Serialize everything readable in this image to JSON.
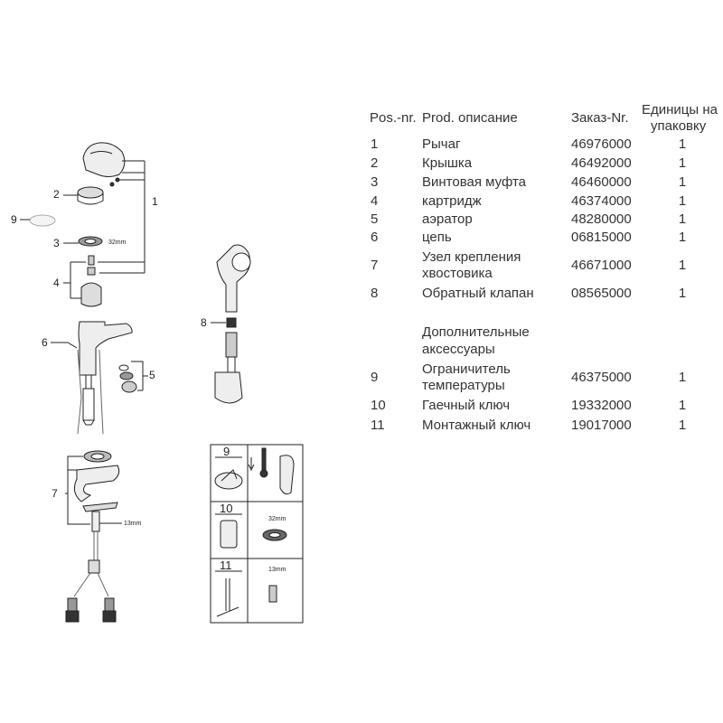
{
  "table": {
    "headers": {
      "pos": "Pos.-nr.",
      "desc": "Prod. описание",
      "order": "Заказ-Nr.",
      "qty_line1": "Единицы на",
      "qty_line2": "упаковку"
    },
    "rows": [
      {
        "pos": "1",
        "desc": "Рычаг",
        "order": "46976000",
        "qty": "1"
      },
      {
        "pos": "2",
        "desc": "Крышка",
        "order": "46492000",
        "qty": "1"
      },
      {
        "pos": "3",
        "desc": "Винтовая муфта",
        "order": "46460000",
        "qty": "1"
      },
      {
        "pos": "4",
        "desc": "картридж",
        "order": "46374000",
        "qty": "1"
      },
      {
        "pos": "5",
        "desc": "аэратор",
        "order": "48280000",
        "qty": "1"
      },
      {
        "pos": "6",
        "desc": "цепь",
        "order": "06815000",
        "qty": "1"
      },
      {
        "pos": "7",
        "desc": "Узел крепления",
        "desc2": "хвостовика",
        "order": "46671000",
        "qty": "1"
      },
      {
        "pos": "8",
        "desc": "Обратный клапан",
        "order": "08565000",
        "qty": "1"
      }
    ],
    "accessories_heading": {
      "line1": "Дополнительные",
      "line2": "аксессуары"
    },
    "accessory_rows": [
      {
        "pos": "9",
        "desc": "Ограничитель",
        "desc2": "температуры",
        "order": "46375000",
        "qty": "1"
      },
      {
        "pos": "10",
        "desc": "Гаечный ключ",
        "order": "19332000",
        "qty": "1"
      },
      {
        "pos": "11",
        "desc": "Монтажный ключ",
        "order": "19017000",
        "qty": "1"
      }
    ]
  },
  "diagram": {
    "callouts": [
      "1",
      "2",
      "3",
      "4",
      "5",
      "6",
      "7",
      "8",
      "9"
    ],
    "dim_32": "32mm",
    "dim_13": "13mm",
    "tool_box": {
      "labels": [
        "9",
        "10",
        "11"
      ],
      "dim_32": "32mm",
      "dim_13": "13mm"
    }
  }
}
